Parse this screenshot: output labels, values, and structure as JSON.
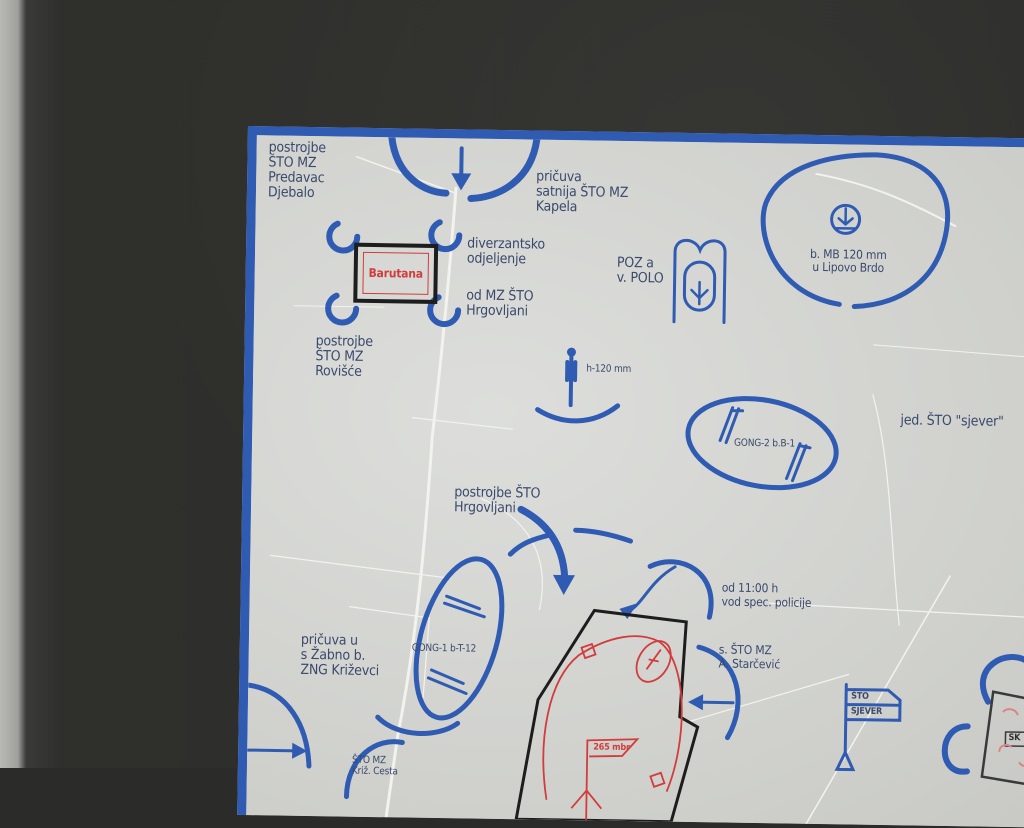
{
  "map": {
    "frame_color": "#2f5bb3",
    "unit_color": "#2f5bb3",
    "enemy_color": "#d23c3c",
    "object_label": "Barutana",
    "labels": {
      "predavac": "postrojbe\nŠTO MZ\nPredavac\nDjebalo",
      "rovisce": "postrojbe\nŠTO MZ\nRovišće",
      "kapela": "pričuva\nsatnija ŠTO MZ\nKapela",
      "diverzantsko": "diverzantsko\nodjeljenje",
      "hrgovljani_mz": "od MZ ŠTO\nHrgovljani",
      "poz": "POZ a\nv. POLO",
      "mb120": "b. MB 120 mm\nu Lipovo Brdo",
      "h120": "h-120 mm",
      "gong2": "GONG-2 b.B-1",
      "sjever_unit": "jed. ŠTO \"sjever\"",
      "hrgovljani_postrojbe": "postrojbe ŠTO\nHrgovljani",
      "spec_policija": "od 11:00 h\nvod spec. policije",
      "starcevic": "s. ŠTO MZ\nA. Starčević",
      "gong1": "GONG-1 b-T-12",
      "zabno": "pričuva u\ns Žabno b.\nZNG Križevci",
      "kriz_cesta": "ŠTO MZ\nKriž. Cesta",
      "mbr": "265 mbr",
      "flag_line1": "ŠTO",
      "flag_line2": "SJEVER",
      "sk": "SK"
    }
  }
}
